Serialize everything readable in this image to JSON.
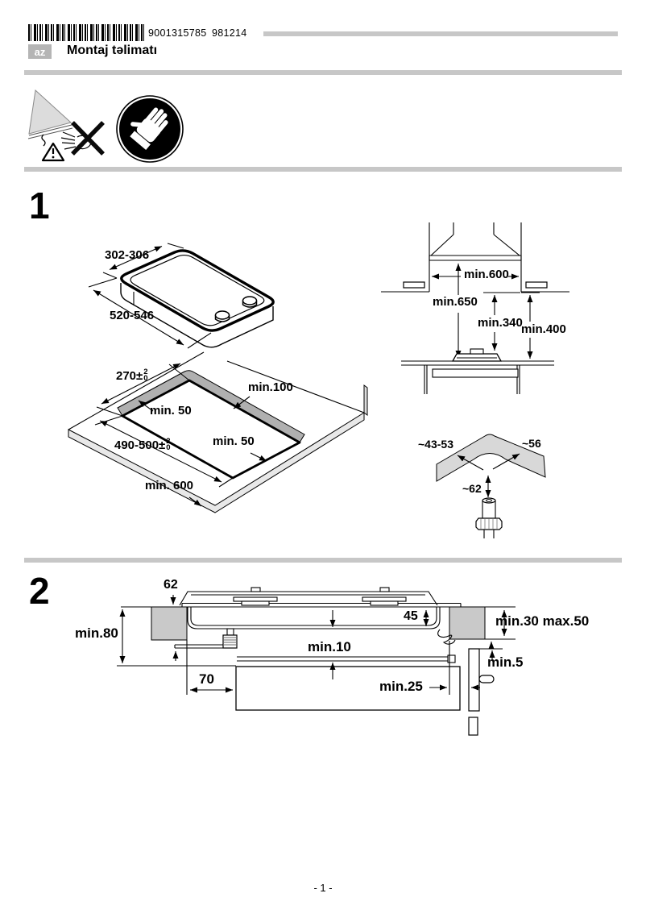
{
  "header": {
    "barcode_number": "9001315785",
    "order_number": "981214",
    "language_badge": "az",
    "title": "Montaj təlimatı"
  },
  "icons": {
    "no_touch_warning": "glass-pane-hand-crossed-out",
    "protective_gloves": "glove-in-black-circle"
  },
  "colors": {
    "divider_gray": "#c7c7c7",
    "badge_gray": "#b5b5b5",
    "worktop_gray": "#c9c9c9",
    "cutout_band_gray": "#b0b0b0"
  },
  "section1": {
    "number": "1",
    "hob": {
      "width": "302-306",
      "depth": "520-546"
    },
    "cutout": {
      "width": "270±",
      "width_tol_plus": "2",
      "width_tol_minus": "0",
      "depth": "490-500±",
      "depth_tol_plus": "2",
      "depth_tol_minus": "0",
      "clearance_rear": "min.100",
      "clearance_side_left": "min. 50",
      "clearance_side_right": "min. 50",
      "clearance_front": "min. 600"
    },
    "hood_clearances": {
      "width": "min.600",
      "height_above_hob": "min.650",
      "cabinet_clearance_340": "min.340",
      "cabinet_clearance_400": "min.400"
    },
    "corner_detail": {
      "edge_left": "~43-53",
      "edge_right": "~56",
      "gas_connection_depth": "~62"
    }
  },
  "section2": {
    "number": "2",
    "front_edge_distance": "62",
    "niche_height": "min.80",
    "hob_body_depth": "45",
    "worktop_thickness": "min.30 max.50",
    "clearance_under_hob": "min.10",
    "panel_clearance": "min.5",
    "front_distance": "70",
    "rear_panel_distance": "min.25"
  },
  "footer": {
    "page_number": "- 1 -"
  }
}
